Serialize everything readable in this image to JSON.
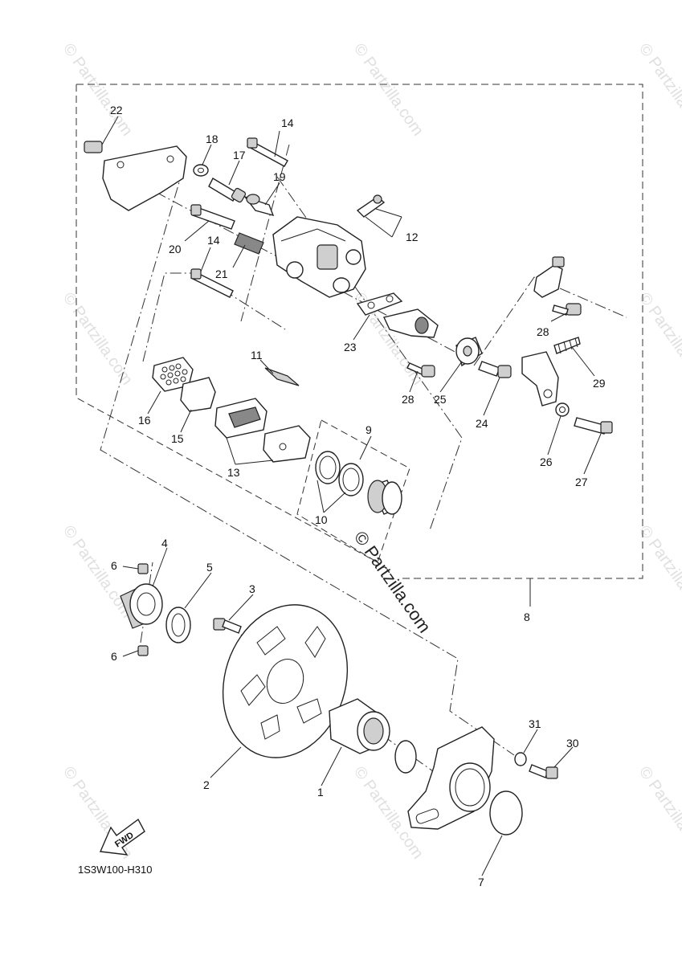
{
  "diagram": {
    "ref_code": "1S3W100-H310",
    "watermark_text": "© Partzilla.com",
    "fwd_label": "FWD",
    "callouts": {
      "p1": "1",
      "p2": "2",
      "p3": "3",
      "p4": "4",
      "p5": "5",
      "p6a": "6",
      "p6b": "6",
      "p7": "7",
      "p8": "8",
      "p9": "9",
      "p10": "10",
      "p11": "11",
      "p12": "12",
      "p13": "13",
      "p14a": "14",
      "p14b": "14",
      "p15": "15",
      "p16": "16",
      "p17": "17",
      "p18": "18",
      "p19": "19",
      "p20": "20",
      "p21": "21",
      "p22": "22",
      "p23": "23",
      "p24": "24",
      "p25": "25",
      "p26": "26",
      "p27": "27",
      "p28a": "28",
      "p28b": "28",
      "p29": "29",
      "p30": "30",
      "p31": "31"
    }
  }
}
